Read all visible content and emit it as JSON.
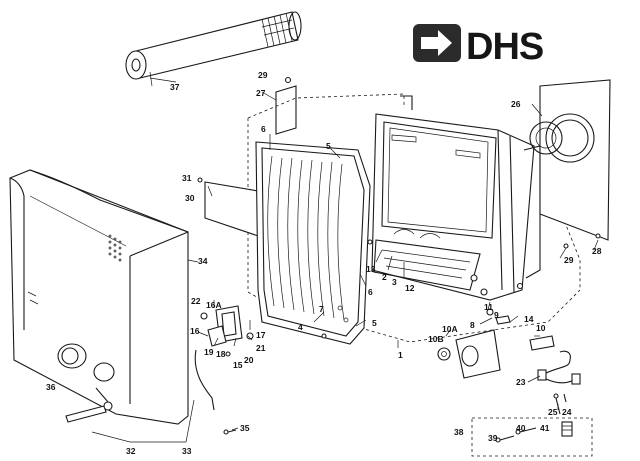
{
  "logo": {
    "text": "DHS"
  },
  "colors": {
    "ink": "#1a1a1a",
    "paper": "#ffffff",
    "logo_dark": "#2b2b2b"
  },
  "part_labels": [
    "37",
    "29",
    "27",
    "6",
    "5",
    "26",
    "31",
    "30",
    "34",
    "28",
    "29",
    "13",
    "2",
    "3",
    "12",
    "7",
    "6",
    "5",
    "4",
    "22",
    "16A",
    "16",
    "19",
    "18",
    "15",
    "20",
    "21",
    "17",
    "11",
    "9",
    "14",
    "8",
    "1",
    "10A",
    "10",
    "10B",
    "23",
    "36",
    "25",
    "24",
    "35",
    "32",
    "33",
    "38",
    "39",
    "40",
    "41"
  ]
}
